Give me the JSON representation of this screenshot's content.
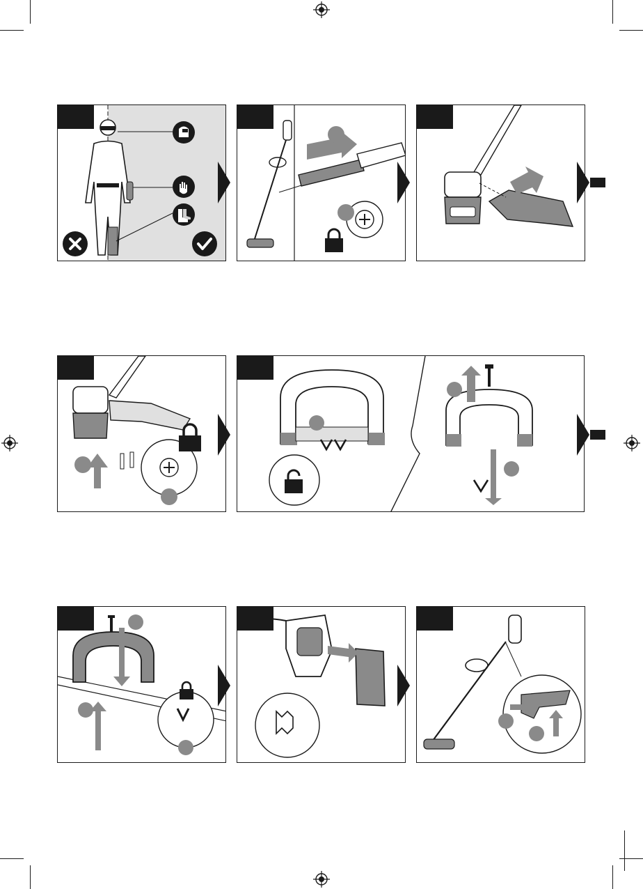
{
  "page": {
    "page_number": "",
    "colors": {
      "ink": "#1a1a1a",
      "grey_fill": "#8a8a8a",
      "light_fill": "#e0e0e0",
      "arrow_fill": "#777777"
    }
  },
  "rows": [
    {
      "panels": [
        {
          "id": "ppe",
          "icons": [
            "goggles-ear-icon",
            "gloves-icon",
            "boots-icon",
            "cross-icon",
            "check-icon"
          ]
        },
        {
          "id": "shaft-assembly",
          "icons": [
            "lock-icon",
            "screw-icon"
          ]
        },
        {
          "id": "guard-fit",
          "icons": []
        }
      ]
    },
    {
      "panels": [
        {
          "id": "guard-screws",
          "icons": [
            "lock-icon",
            "screw-icon"
          ]
        },
        {
          "id": "handle-release",
          "icons": [
            "unlock-icon"
          ]
        }
      ]
    },
    {
      "panels": [
        {
          "id": "handle-fit",
          "icons": [
            "lock-icon"
          ]
        },
        {
          "id": "battery-insert",
          "icons": []
        },
        {
          "id": "trigger",
          "icons": []
        }
      ]
    }
  ]
}
